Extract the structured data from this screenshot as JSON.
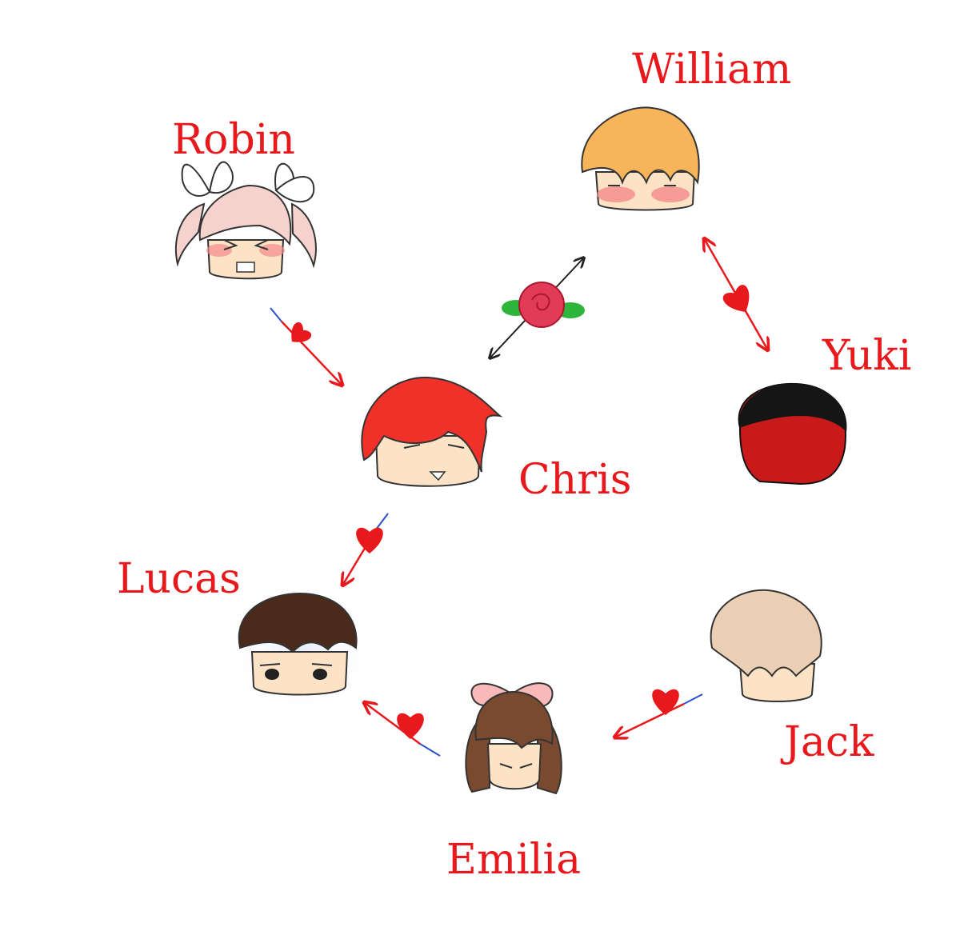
{
  "characters": {
    "robin": {
      "name": "Robin",
      "hair": "#f6d2cf"
    },
    "william": {
      "name": "William",
      "hair": "#f7b45a"
    },
    "chris": {
      "name": "Chris",
      "hair": "#f0312a"
    },
    "yuki": {
      "name": "Yuki",
      "hair": "#c81a1a"
    },
    "lucas": {
      "name": "Lucas",
      "hair": "#4a2a1a"
    },
    "jack": {
      "name": "Jack",
      "hair": "#ebcfb4"
    },
    "emilia": {
      "name": "Emilia",
      "hair": "#7a4a30"
    }
  },
  "relations": [
    {
      "from": "robin",
      "to": "chris",
      "type": "love",
      "direction": "one-way"
    },
    {
      "from": "chris",
      "to": "william",
      "type": "rose",
      "direction": "two-way"
    },
    {
      "from": "william",
      "to": "yuki",
      "type": "love",
      "direction": "two-way"
    },
    {
      "from": "chris",
      "to": "lucas",
      "type": "love",
      "direction": "one-way"
    },
    {
      "from": "jack",
      "to": "emilia",
      "type": "love",
      "direction": "one-way"
    },
    {
      "from": "emilia",
      "to": "lucas",
      "type": "love",
      "direction": "one-way"
    }
  ],
  "colors": {
    "label": "#e8191c",
    "heart": "#e8191c",
    "arrow": "#e8191c",
    "arrow_tail": "#2a4fd0",
    "skin": "#fde3c6",
    "blush": "#f38a8a",
    "rose": "#e23b57",
    "leaf": "#2fb53a"
  }
}
